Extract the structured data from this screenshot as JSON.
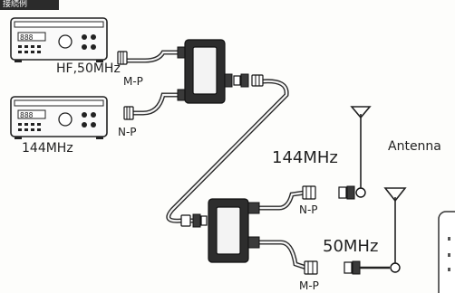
{
  "header": {
    "tag_text": "接続例"
  },
  "radios": {
    "hf": {
      "label": "HF,50MHz",
      "connector": "M-P"
    },
    "vhf": {
      "label": "144MHz",
      "connector": "N-P"
    }
  },
  "antennas": {
    "label": "Antenna",
    "ant144": {
      "label": "144MHz",
      "connector": "N-P"
    },
    "ant50": {
      "label": "50MHz",
      "connector": "M-P"
    }
  },
  "icons": [
    "radio-icon",
    "duplexer-icon",
    "antenna-icon"
  ],
  "colors": {
    "line": "#222222",
    "paper": "#fdfdfb"
  }
}
